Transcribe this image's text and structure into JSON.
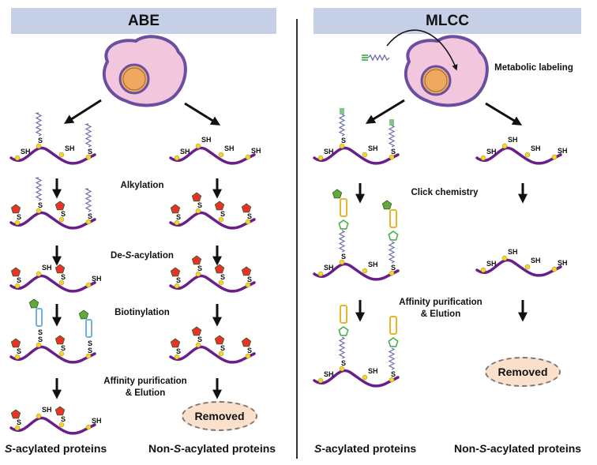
{
  "left": {
    "title": "ABE",
    "steps": {
      "alkylation": "Alkylation",
      "deacyl_pre": "De-",
      "deacyl_s": "S",
      "deacyl_post": "-acylation",
      "biotinylation": "Biotinylation",
      "affinity_line1": "Affinity purification",
      "affinity_line2": "& Elution"
    },
    "removed": "Removed",
    "footer_s_prefix": "S",
    "footer_s_rest": "-acylated proteins",
    "footer_non_prefix": "Non-",
    "footer_non_s": "S",
    "footer_non_rest": "-acylated proteins"
  },
  "right": {
    "title": "MLCC",
    "steps": {
      "metabolic": "Metabolic labeling",
      "click": "Click chemistry",
      "affinity_line1": "Affinity purification",
      "affinity_line2": "& Elution"
    },
    "removed": "Removed",
    "footer_s_prefix": "S",
    "footer_s_rest": "-acylated proteins",
    "footer_non_prefix": "Non-",
    "footer_non_s": "S",
    "footer_non_rest": "-acylated proteins"
  },
  "labels": {
    "sh": "SH",
    "s": "S"
  },
  "colors": {
    "protein": "#6a1e8a",
    "site": "#f2d629",
    "alkyl": "#e8322a",
    "biotin": "#63a83e",
    "linker_abe": "#6fb3dc",
    "linker_mlcc": "#e8b52a",
    "click_ring": "#4bb04b",
    "fatty_chain": "#6d6cad",
    "alkyne": "#2e9e3a",
    "cell_fill": "#f2c6dd",
    "cell_border": "#6a4fa0",
    "nucleus": "#f0a860",
    "banner": "#c5d0e6",
    "removed_fill": "#fbe0cc"
  }
}
